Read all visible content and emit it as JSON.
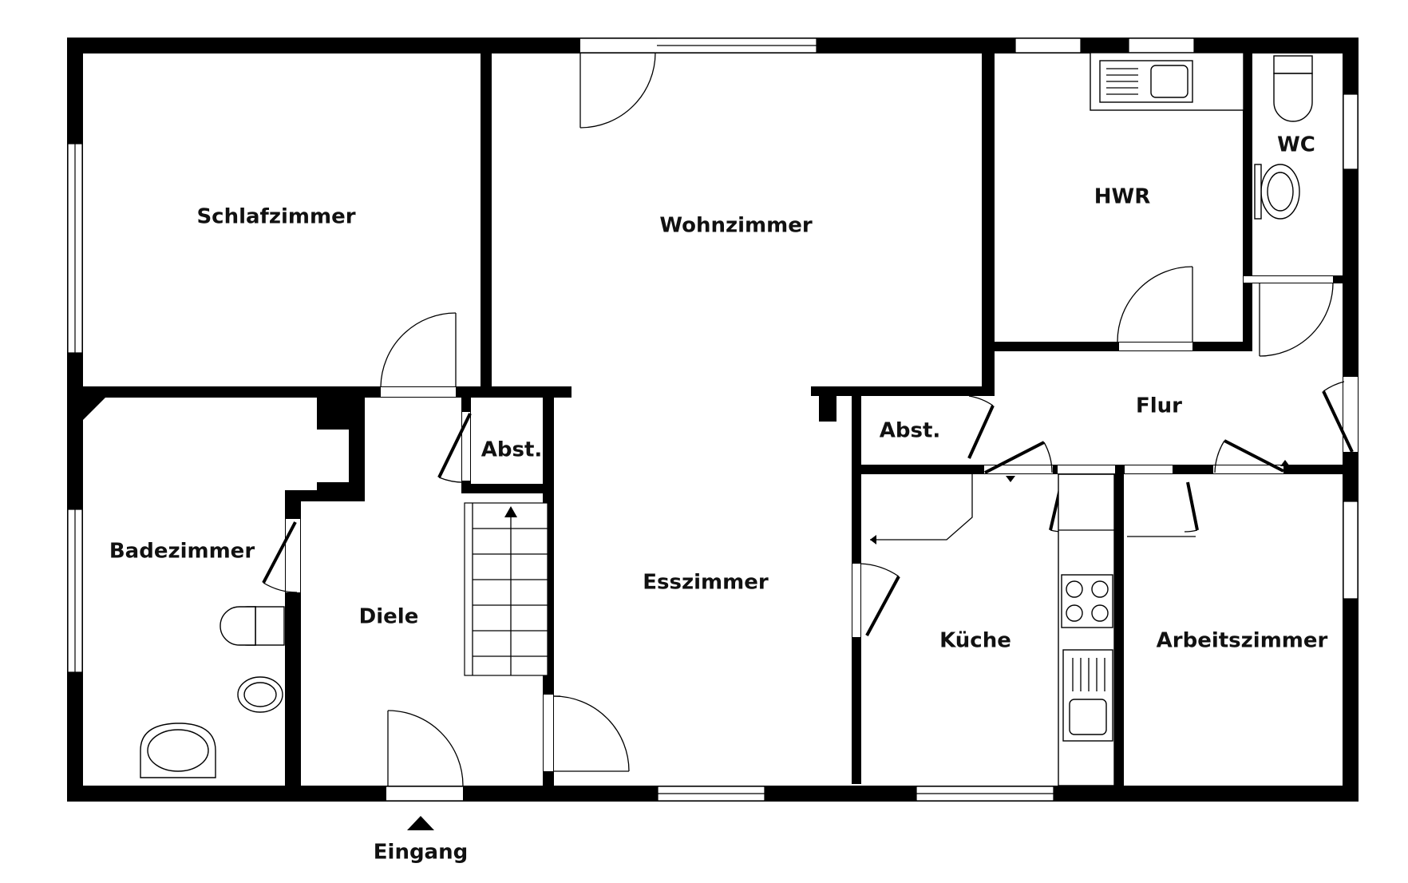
{
  "plan": {
    "rooms": {
      "schlafzimmer": "Schlafzimmer",
      "wohnzimmer": "Wohnzimmer",
      "hwr": "HWR",
      "wc": "WC",
      "flur": "Flur",
      "abst1": "Abst.",
      "abst2": "Abst.",
      "badezimmer": "Badezimmer",
      "diele": "Diele",
      "esszimmer": "Esszimmer",
      "kueche": "Küche",
      "arbeitszimmer": "Arbeitszimmer"
    },
    "entrance_label": "Eingang"
  }
}
